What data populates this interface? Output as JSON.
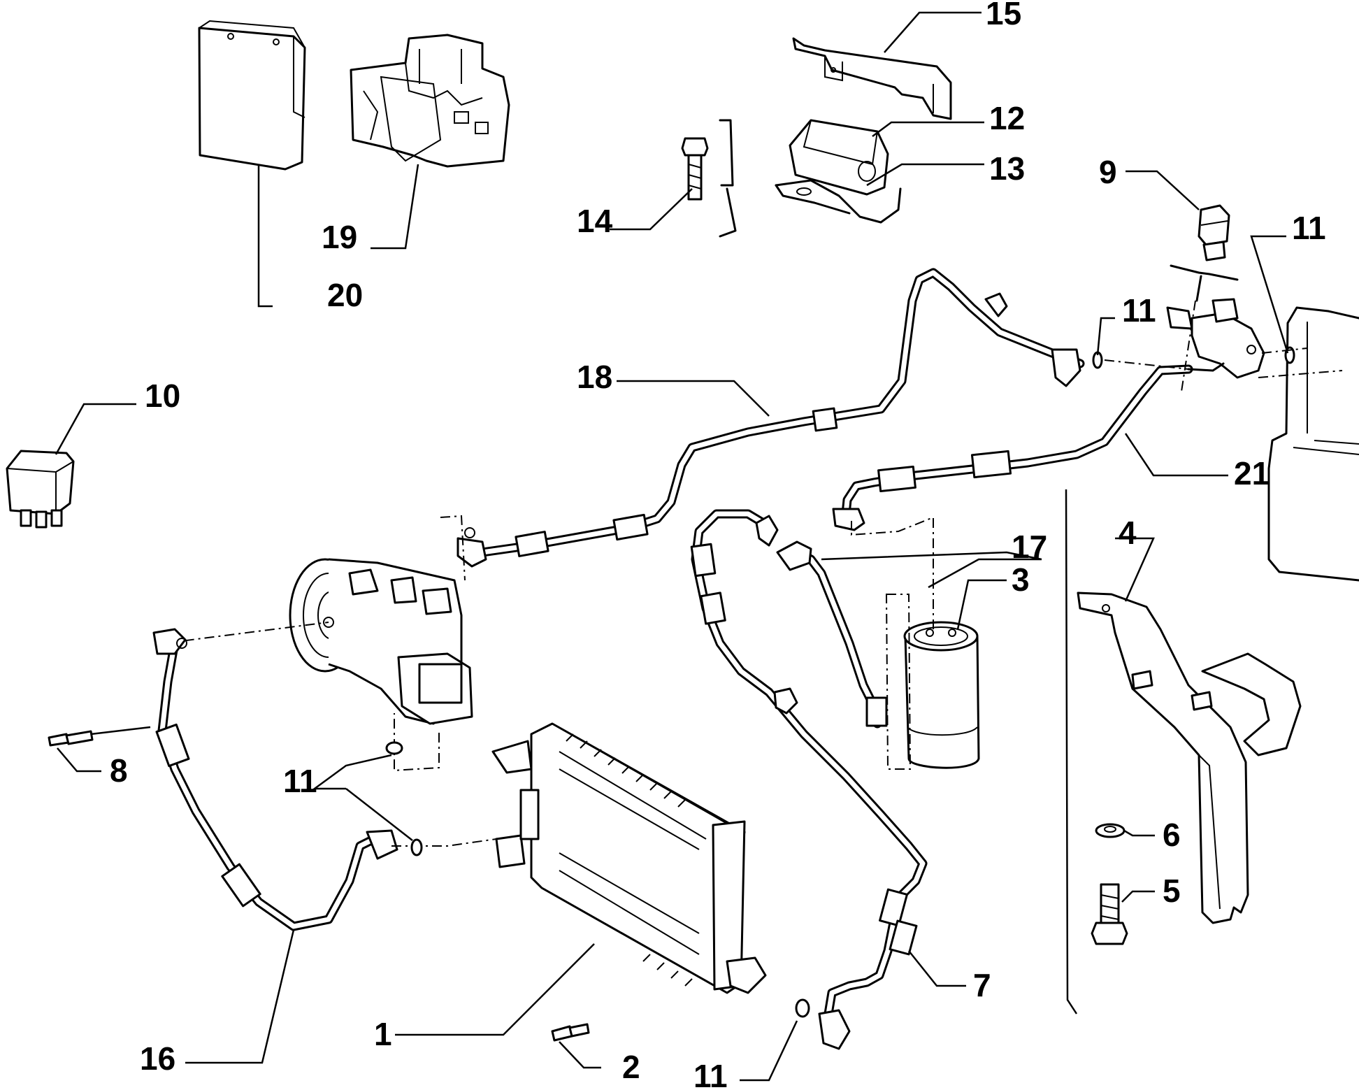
{
  "callouts": {
    "c1": "1",
    "c2": "2",
    "c3": "3",
    "c4": "4",
    "c5": "5",
    "c6": "6",
    "c7": "7",
    "c8": "8",
    "c9": "9",
    "c10": "10",
    "c11a": "11",
    "c11b": "11",
    "c11c": "11",
    "c11d": "11",
    "c12": "12",
    "c13": "13",
    "c14": "14",
    "c15": "15",
    "c16": "16",
    "c17": "17",
    "c18": "18",
    "c19": "19",
    "c20": "20",
    "c21": "21"
  }
}
